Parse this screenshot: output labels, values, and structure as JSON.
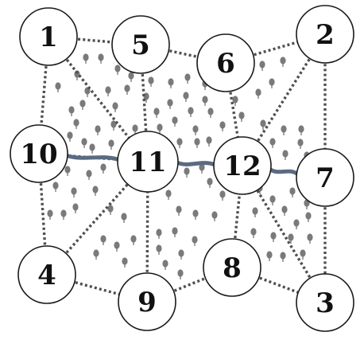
{
  "nodes": [
    {
      "id": "1",
      "label": "1"
    },
    {
      "id": "2",
      "label": "2"
    },
    {
      "id": "3",
      "label": "3"
    },
    {
      "id": "4",
      "label": "4"
    },
    {
      "id": "5",
      "label": "5"
    },
    {
      "id": "6",
      "label": "6"
    },
    {
      "id": "7",
      "label": "7"
    },
    {
      "id": "8",
      "label": "8"
    },
    {
      "id": "9",
      "label": "9"
    },
    {
      "id": "10",
      "label": "10"
    },
    {
      "id": "11",
      "label": "11"
    },
    {
      "id": "12",
      "label": "12"
    }
  ],
  "edges": [
    [
      "1",
      "5"
    ],
    [
      "5",
      "6"
    ],
    [
      "6",
      "2"
    ],
    [
      "1",
      "10"
    ],
    [
      "10",
      "4"
    ],
    [
      "2",
      "7"
    ],
    [
      "7",
      "3"
    ],
    [
      "4",
      "9"
    ],
    [
      "9",
      "8"
    ],
    [
      "8",
      "3"
    ],
    [
      "1",
      "11"
    ],
    [
      "5",
      "11"
    ],
    [
      "10",
      "11"
    ],
    [
      "4",
      "11"
    ],
    [
      "9",
      "11"
    ],
    [
      "6",
      "12"
    ],
    [
      "2",
      "12"
    ],
    [
      "8",
      "12"
    ],
    [
      "3",
      "12"
    ]
  ],
  "rivers": [
    [
      "10",
      "11"
    ],
    [
      "11",
      "12"
    ],
    [
      "12",
      "7"
    ]
  ],
  "colors": {
    "edge": "#4f4f4f",
    "river": "#5a6a80",
    "tree": "#7a7a7a",
    "node_border": "#1a1a1a"
  }
}
